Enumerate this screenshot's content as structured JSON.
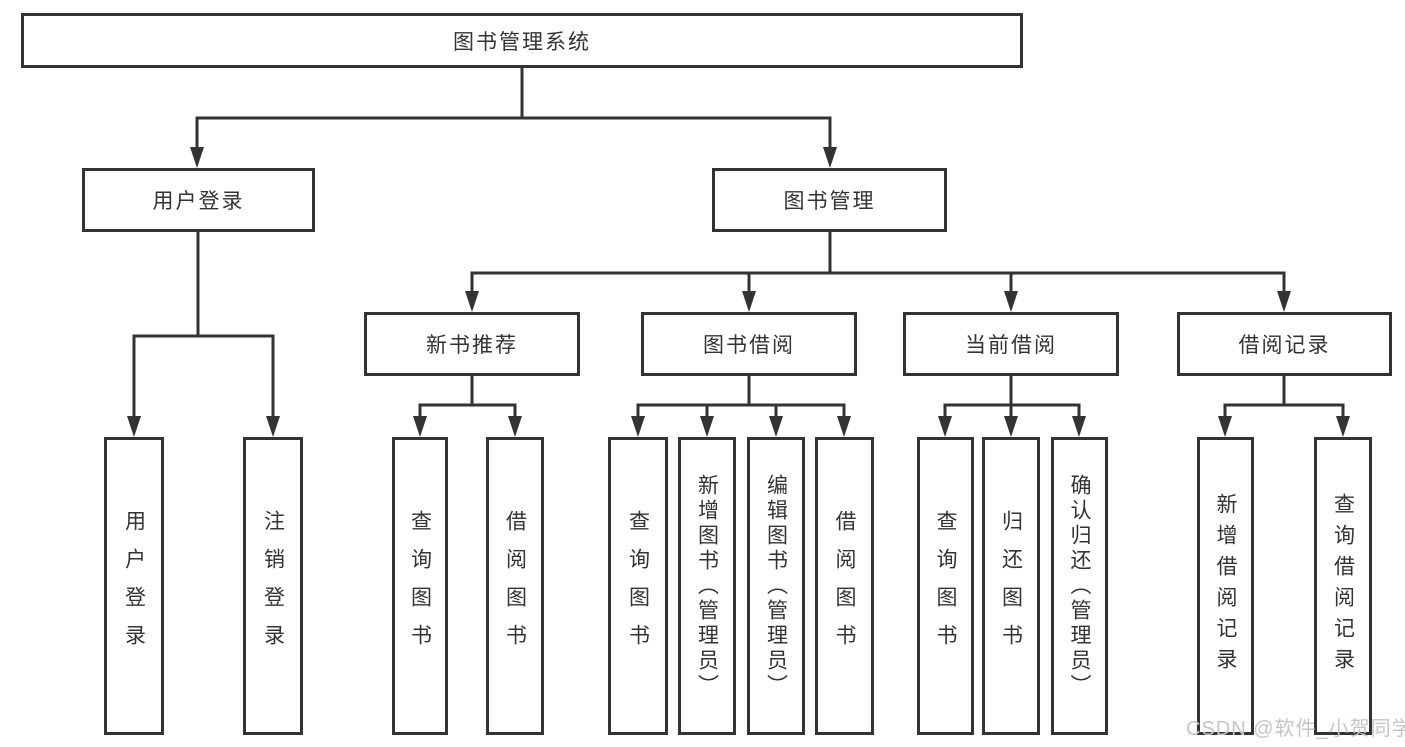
{
  "colors": {
    "line": "#333333",
    "box_border": "#333333",
    "text": "#333333",
    "watermark_text": "#c9c4c4",
    "background": "#ffffff"
  },
  "watermark": {
    "text": "CSDN @软件_小贺同学"
  },
  "tree": {
    "root": {
      "label": "图书管理系统"
    },
    "children": [
      {
        "label": "用户登录",
        "children": [
          {
            "label": "用户登录"
          },
          {
            "label": "注销登录"
          }
        ]
      },
      {
        "label": "图书管理",
        "children": [
          {
            "label": "新书推荐",
            "children": [
              {
                "label": "查询图书"
              },
              {
                "label": "借阅图书"
              }
            ]
          },
          {
            "label": "图书借阅",
            "children": [
              {
                "label": "查询图书"
              },
              {
                "label": "新增图书（管理员）"
              },
              {
                "label": "编辑图书（管理员）"
              },
              {
                "label": "借阅图书"
              }
            ]
          },
          {
            "label": "当前借阅",
            "children": [
              {
                "label": "查询图书"
              },
              {
                "label": "归还图书"
              },
              {
                "label": "确认归还（管理员）"
              }
            ]
          },
          {
            "label": "借阅记录",
            "children": [
              {
                "label": "新增借阅记录"
              },
              {
                "label": "查询借阅记录"
              }
            ]
          }
        ]
      }
    ]
  }
}
